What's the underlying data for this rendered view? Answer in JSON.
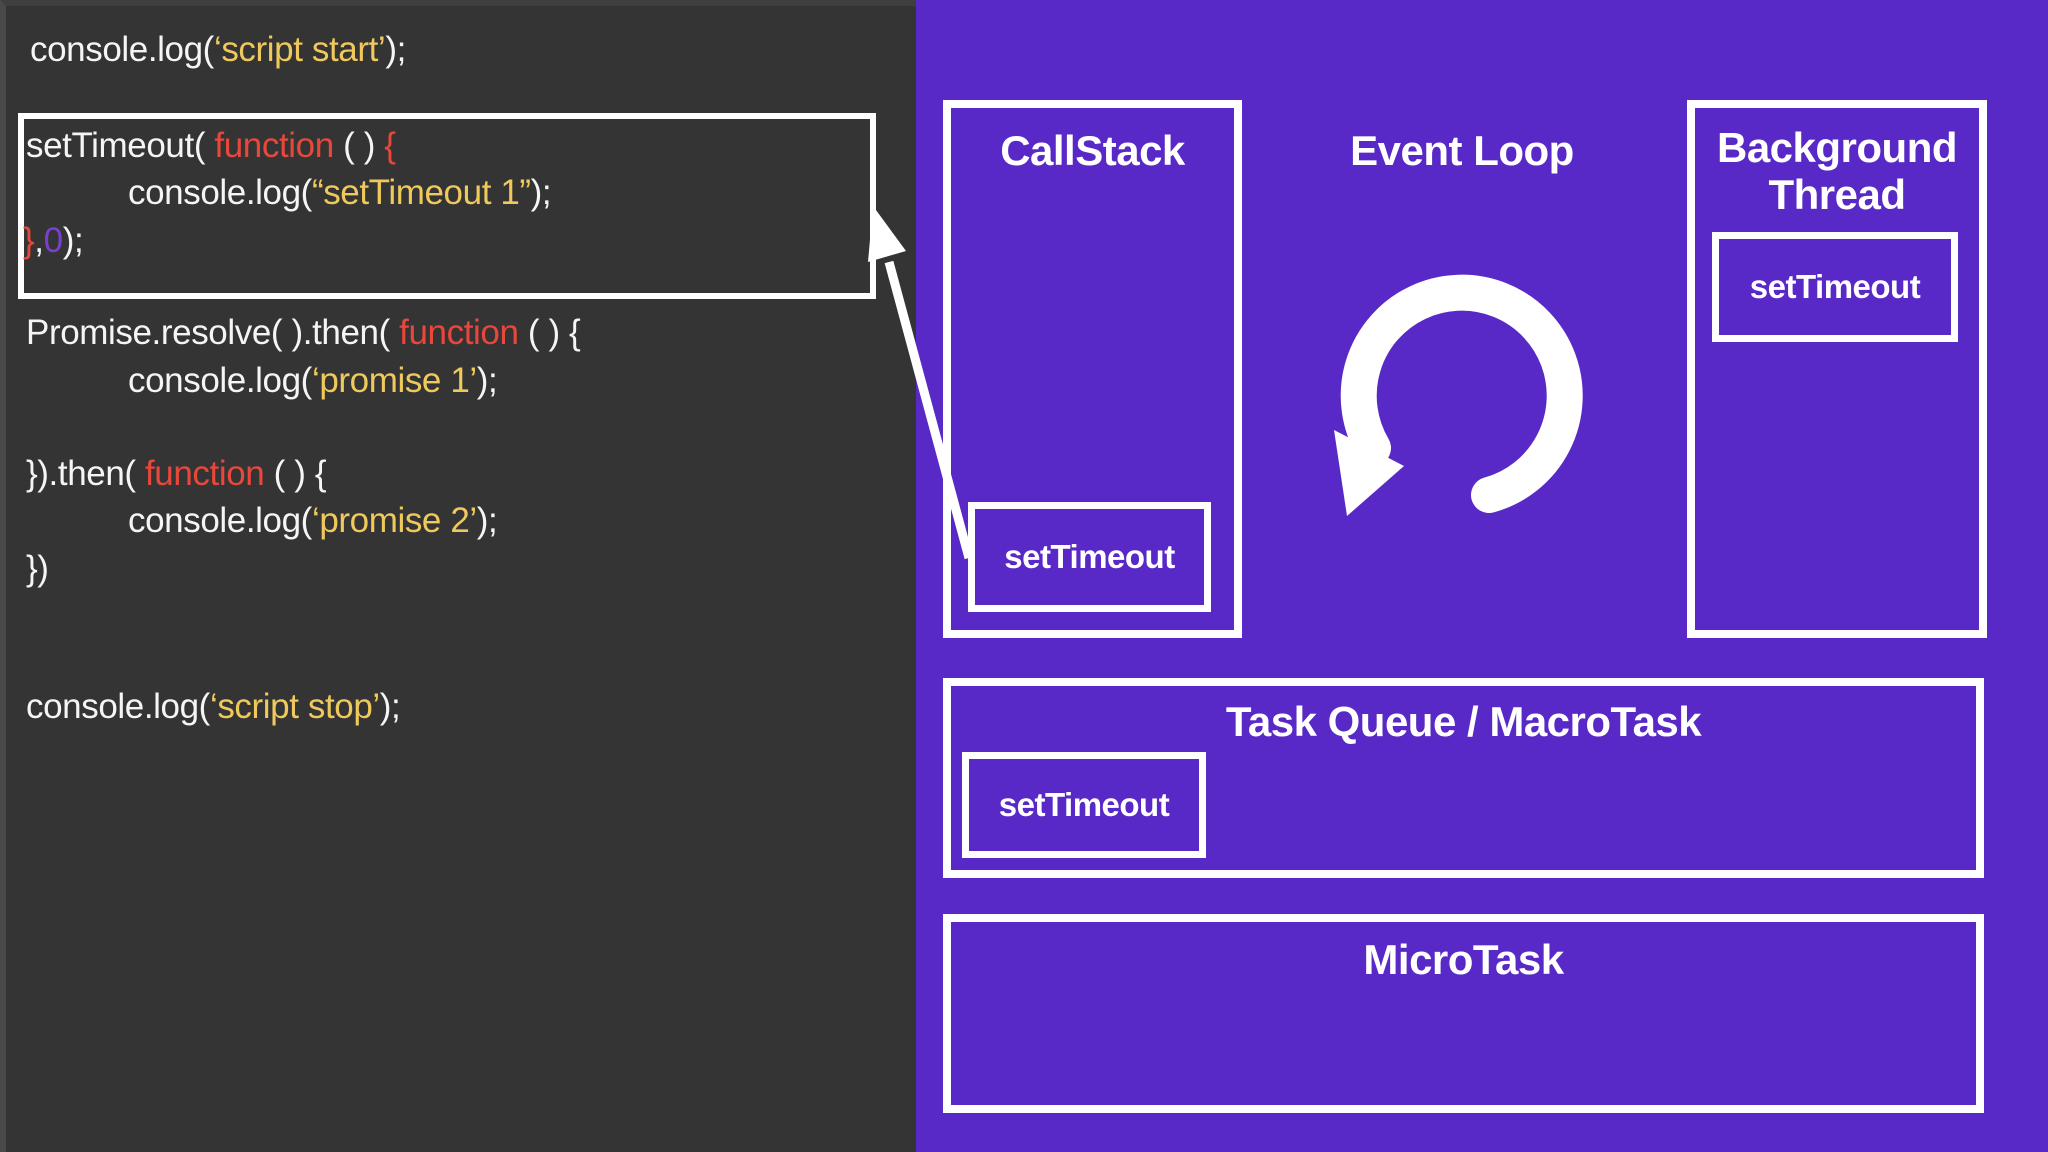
{
  "colors": {
    "panel_dark": "#343434",
    "panel_purple": "#5829c6",
    "code_text": "#f5f5f5",
    "string_yellow": "#efc95c",
    "keyword_red": "#e8473c",
    "number_purple": "#7b3fd0",
    "box_border_white": "#ffffff"
  },
  "code": {
    "lines": [
      {
        "tokens": [
          {
            "type": "plain",
            "text": "console.log("
          },
          {
            "type": "string",
            "text": "‘script start’"
          },
          {
            "type": "plain",
            "text": ");"
          }
        ]
      },
      {
        "tokens": [
          {
            "type": "plain",
            "text": "setTimeout( "
          },
          {
            "type": "keyword",
            "text": "function"
          },
          {
            "type": "plain",
            "text": " ( ) "
          },
          {
            "type": "keyword",
            "text": "{"
          }
        ]
      },
      {
        "tokens": [
          {
            "type": "plain",
            "text": "console.log("
          },
          {
            "type": "string",
            "text": "“setTimeout 1”"
          },
          {
            "type": "plain",
            "text": ");"
          }
        ]
      },
      {
        "tokens": [
          {
            "type": "keyword",
            "text": "}"
          },
          {
            "type": "plain",
            "text": ","
          },
          {
            "type": "number",
            "text": "0"
          },
          {
            "type": "plain",
            "text": ");"
          }
        ]
      },
      {
        "tokens": [
          {
            "type": "plain",
            "text": "Promise.resolve( ).then( "
          },
          {
            "type": "keyword",
            "text": "function"
          },
          {
            "type": "plain",
            "text": " ( ) {"
          }
        ]
      },
      {
        "tokens": [
          {
            "type": "plain",
            "text": "console.log("
          },
          {
            "type": "string",
            "text": "‘promise 1’"
          },
          {
            "type": "plain",
            "text": ");"
          }
        ]
      },
      {
        "tokens": [
          {
            "type": "plain",
            "text": "}).then( "
          },
          {
            "type": "keyword",
            "text": "function"
          },
          {
            "type": "plain",
            "text": " ( ) {"
          }
        ]
      },
      {
        "tokens": [
          {
            "type": "plain",
            "text": "console.log("
          },
          {
            "type": "string",
            "text": "‘promise 2’"
          },
          {
            "type": "plain",
            "text": ");"
          }
        ]
      },
      {
        "tokens": [
          {
            "type": "plain",
            "text": "})"
          }
        ]
      },
      {
        "tokens": [
          {
            "type": "plain",
            "text": "console.log("
          },
          {
            "type": "string",
            "text": "‘script stop’"
          },
          {
            "type": "plain",
            "text": ");"
          }
        ]
      }
    ]
  },
  "diagram": {
    "callstack_title": "CallStack",
    "callstack_item": "setTimeout",
    "event_loop_title": "Event Loop",
    "background_thread_title_line1": "Background",
    "background_thread_title_line2": "Thread",
    "background_thread_item": "setTimeout",
    "task_queue_title": "Task Queue / MacroTask",
    "task_queue_item": "setTimeout",
    "microtask_title": "MicroTask"
  }
}
